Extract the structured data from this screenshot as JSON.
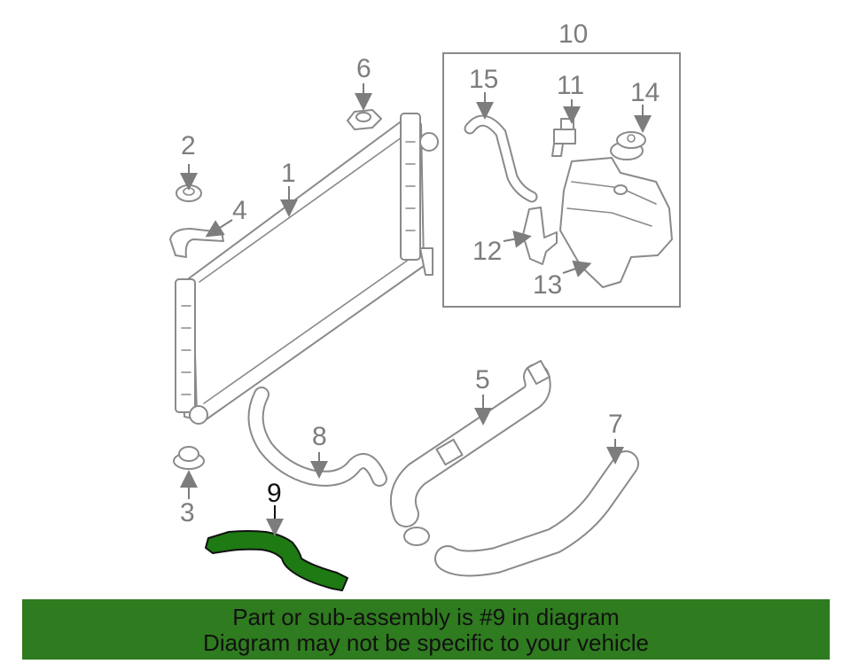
{
  "diagram": {
    "callouts": [
      "1",
      "2",
      "3",
      "4",
      "5",
      "6",
      "7",
      "8",
      "9",
      "10",
      "11",
      "12",
      "13",
      "14",
      "15"
    ],
    "highlighted_part": "9",
    "colors": {
      "highlight_fill": "#1e7a12",
      "line_art": "#8a8a8a",
      "banner_bg": "#2f7b1f"
    }
  },
  "banner": {
    "line1": "Part or sub-assembly is #9 in diagram",
    "line2": "Diagram may not be specific to your vehicle"
  }
}
